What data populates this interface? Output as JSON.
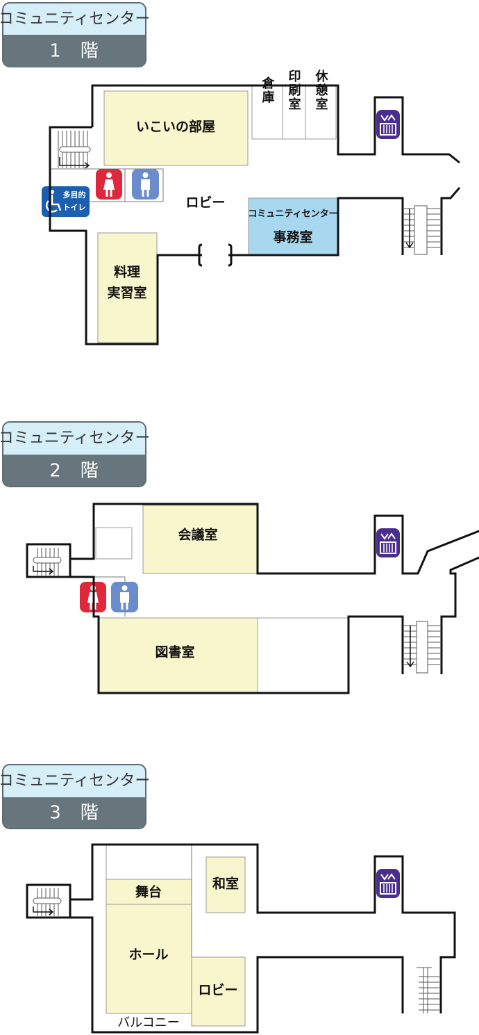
{
  "colors": {
    "room_yellow": "#f8f6cc",
    "office_blue": "#a8d8f0",
    "elevator_purple": "#4a2d8c",
    "female_red": "#e0283c",
    "male_blue": "#6a8ccc",
    "accessible_blue": "#1a5fb0",
    "header_gray": "#66767c",
    "header_light": "#d6eef8"
  },
  "floors": [
    {
      "building": "コミュニティセンター",
      "floor_label": "1　階",
      "rooms": {
        "ikoi": "いこいの部屋",
        "storage": "倉庫",
        "print": "印刷室",
        "rest": "休憩室",
        "lobby": "ロビー",
        "office_top": "コミュニティセンター",
        "office_bottom": "事務室",
        "cooking_top": "料理",
        "cooking_bottom": "実習室",
        "multi_toilet_top": "多目的",
        "multi_toilet_bottom": "トイレ"
      }
    },
    {
      "building": "コミュニティセンター",
      "floor_label": "2　階",
      "rooms": {
        "meeting": "会議室",
        "library": "図書室"
      }
    },
    {
      "building": "コミュニティセンター",
      "floor_label": "3　階",
      "rooms": {
        "stage": "舞台",
        "hall": "ホール",
        "washitsu": "和室",
        "lobby": "ロビー",
        "balcony": "バルコニー"
      }
    }
  ],
  "icons": [
    "elevator-icon",
    "female-toilet-icon",
    "male-toilet-icon",
    "accessible-toilet-icon",
    "stairs-icon"
  ]
}
